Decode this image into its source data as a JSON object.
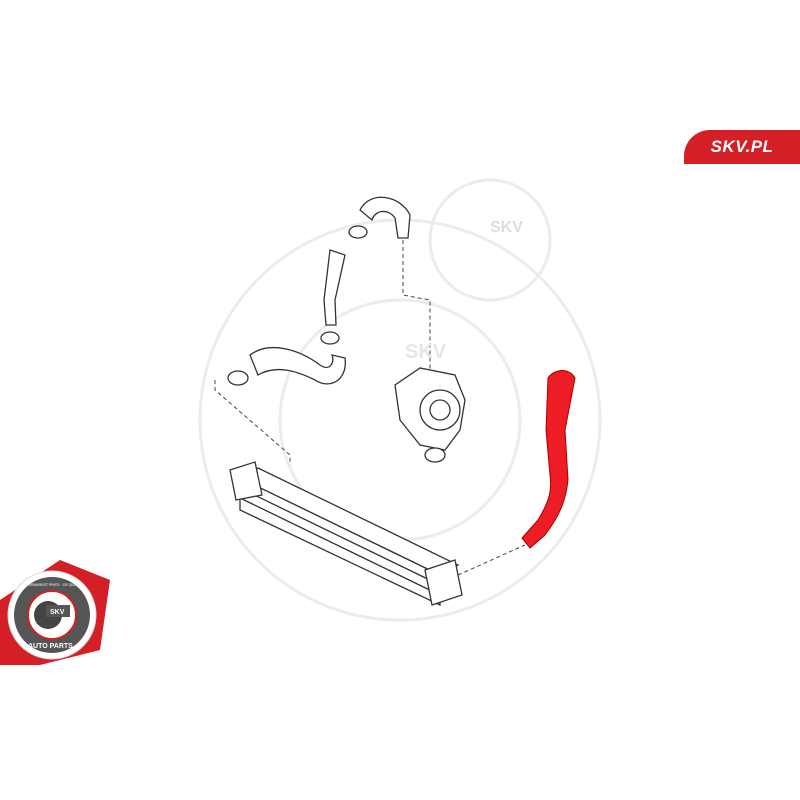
{
  "brand": {
    "label": "SKV.PL",
    "color": "#d41f26"
  },
  "badge": {
    "center": "SKV",
    "ring_top": "AFTERMARKET PRICE · OE QUALITY",
    "ring_bottom": "AUTO PARTS"
  },
  "watermark": {
    "label": "SKV"
  },
  "colors": {
    "highlight_part": "#ee1c25",
    "line": "#333333",
    "watermark": "#eeeeee"
  }
}
